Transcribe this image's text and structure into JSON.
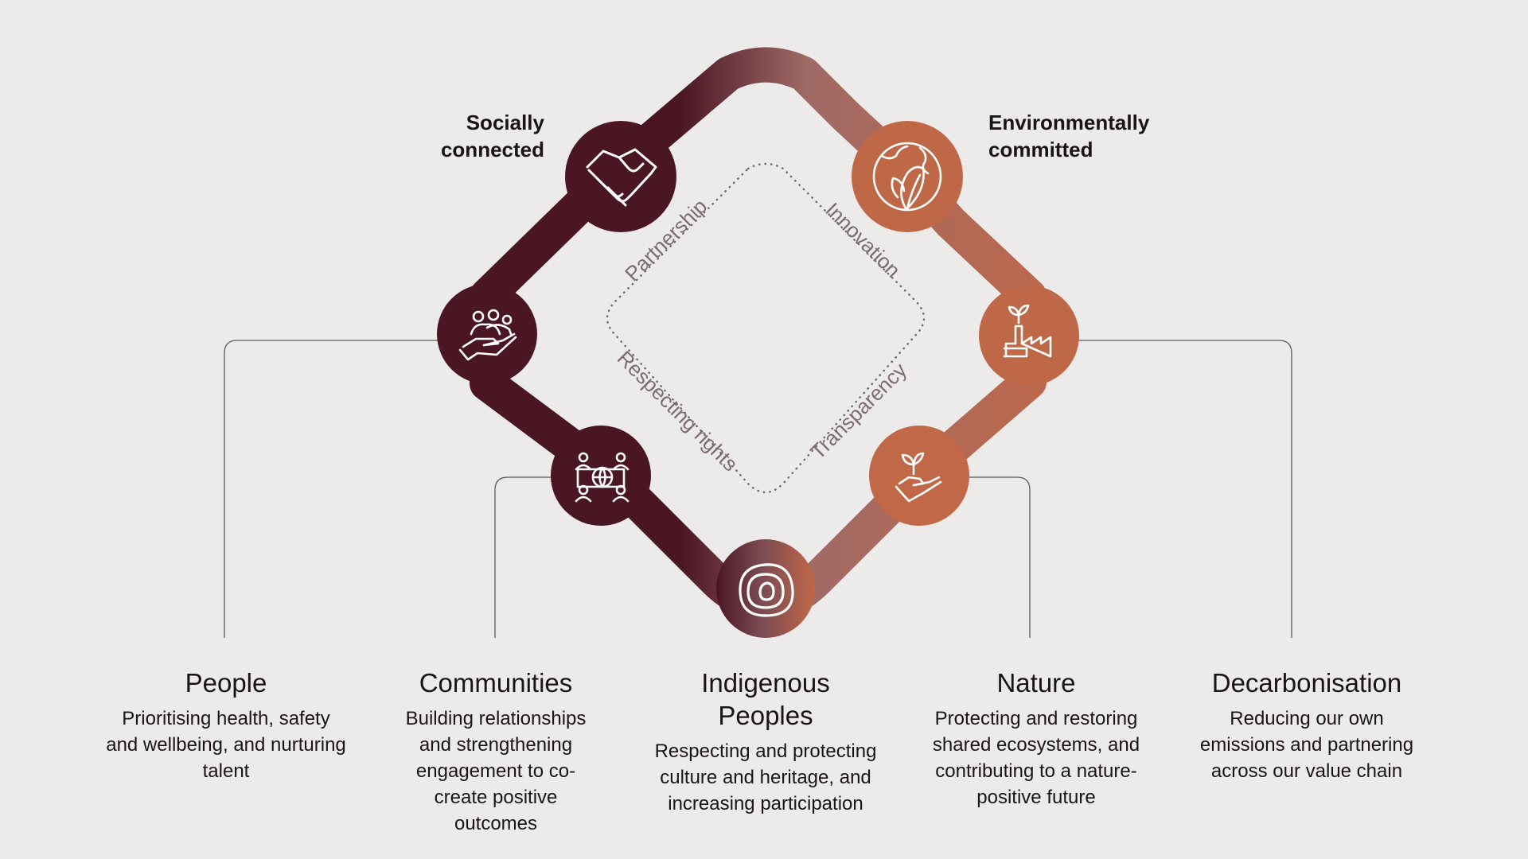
{
  "themes": {
    "social": "Socially\nconnected",
    "environmental": "Environmentally\ncommitted"
  },
  "values": {
    "partnership": "Partnership",
    "innovation": "Innovation",
    "respecting_rights": "Respecting rights",
    "transparency": "Transparency"
  },
  "pillars": [
    {
      "title": "People",
      "description": "Prioritising health, safety and wellbeing, and nurturing talent"
    },
    {
      "title": "Communities",
      "description": "Building relationships and strengthening engagement to co-create positive outcomes"
    },
    {
      "title": "Indigenous Peoples",
      "description": "Respecting and protecting culture and heritage, and increasing participation"
    },
    {
      "title": "Nature",
      "description": "Protecting and restoring shared ecosystems, and contributing to a nature-positive future"
    },
    {
      "title": "Decarbonisation",
      "description": "Reducing our own emissions and partnering across our value chain"
    }
  ],
  "icons": [
    "handshake-icon",
    "people-in-hand-icon",
    "global-community-icon",
    "indigenous-symbol-icon",
    "globe-leaf-icon",
    "factory-sprout-icon",
    "plant-in-hand-icon"
  ],
  "colors": {
    "dark_maroon": "#4a1624",
    "terracotta": "#c06848",
    "connector": "#5a5a5a",
    "background": "#edeaea"
  }
}
